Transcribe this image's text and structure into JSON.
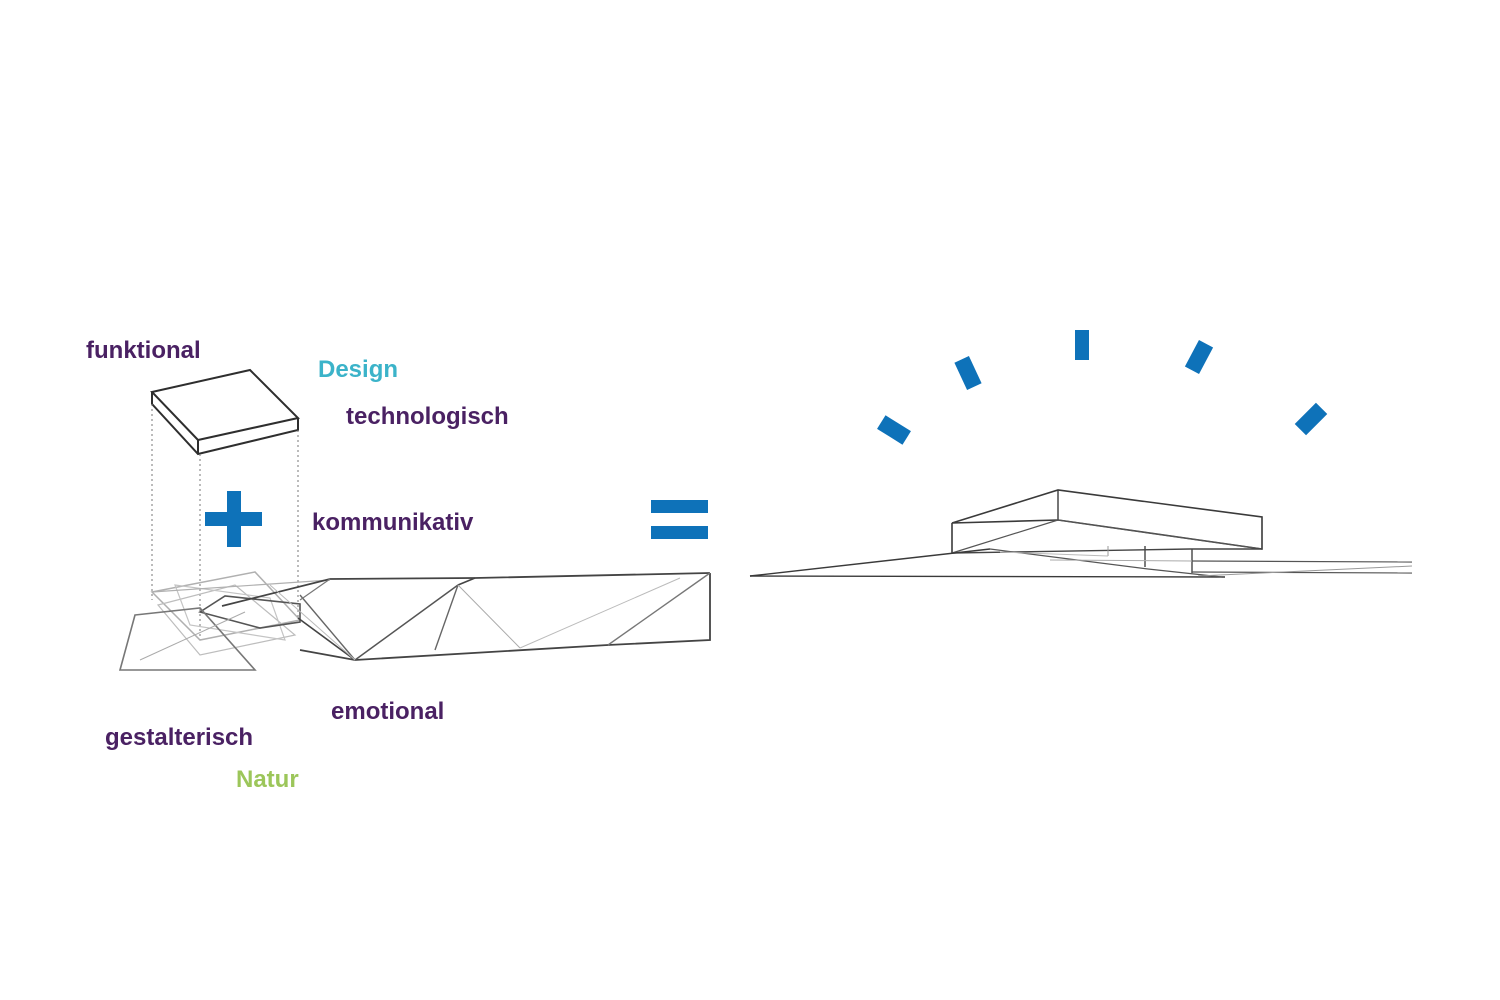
{
  "labels": {
    "funktional": "funktional",
    "design": "Design",
    "technologisch": "technologisch",
    "kommunikativ": "kommunikativ",
    "emotional": "emotional",
    "gestalterisch": "gestalterisch",
    "natur": "Natur"
  },
  "colors": {
    "purple_text": "#4a2163",
    "design_text": "#3bb3c9",
    "natur_text": "#9cc65a",
    "accent_blue": "#0e72b9",
    "sketch_dark": "#3a3a3a",
    "sketch_light": "#a8a8a8"
  },
  "symbols": {
    "plus": "plus-icon",
    "equals": "equals-icon",
    "rays": "radiating-rays-icon"
  }
}
